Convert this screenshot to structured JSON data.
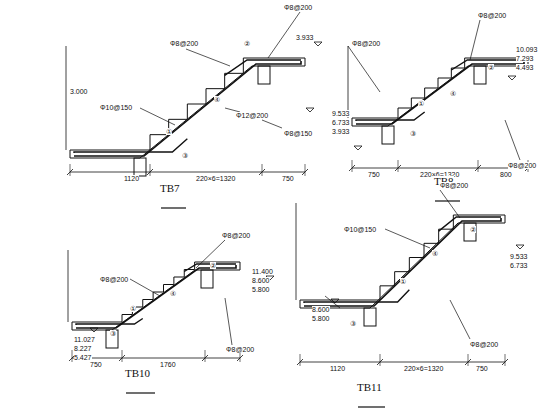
{
  "diagram": {
    "labels": [
      "Φ8@200",
      "3.933",
      "Φ8@200",
      "Φ10@150",
      "3.000",
      "Φ8@150",
      "Φ12@200",
      "1120",
      "220×6=1320",
      "750",
      "TB7",
      "①",
      "②",
      "③",
      "④",
      "Φ8@200",
      "10.093",
      "7.293",
      "4.493",
      "Φ8@200",
      "9.533",
      "6.733",
      "3.933",
      "Φ8@200",
      "750",
      "220×6=1320",
      "800",
      "TB8",
      "①",
      "②",
      "③",
      "④",
      "Φ8@200",
      "11.400",
      "8.600",
      "5.800",
      "Φ8@200",
      "11.027",
      "8.227",
      "5.427",
      "Φ8@200",
      "750",
      "1760",
      "TB10",
      "①",
      "②",
      "③",
      "④",
      "Φ8@200",
      "9.533",
      "6.733",
      "Φ10@150",
      "8.600",
      "5.800",
      "Φ8@200",
      "1120",
      "220×6=1320",
      "750",
      "TB11",
      "①",
      "②",
      "③",
      "④"
    ]
  }
}
